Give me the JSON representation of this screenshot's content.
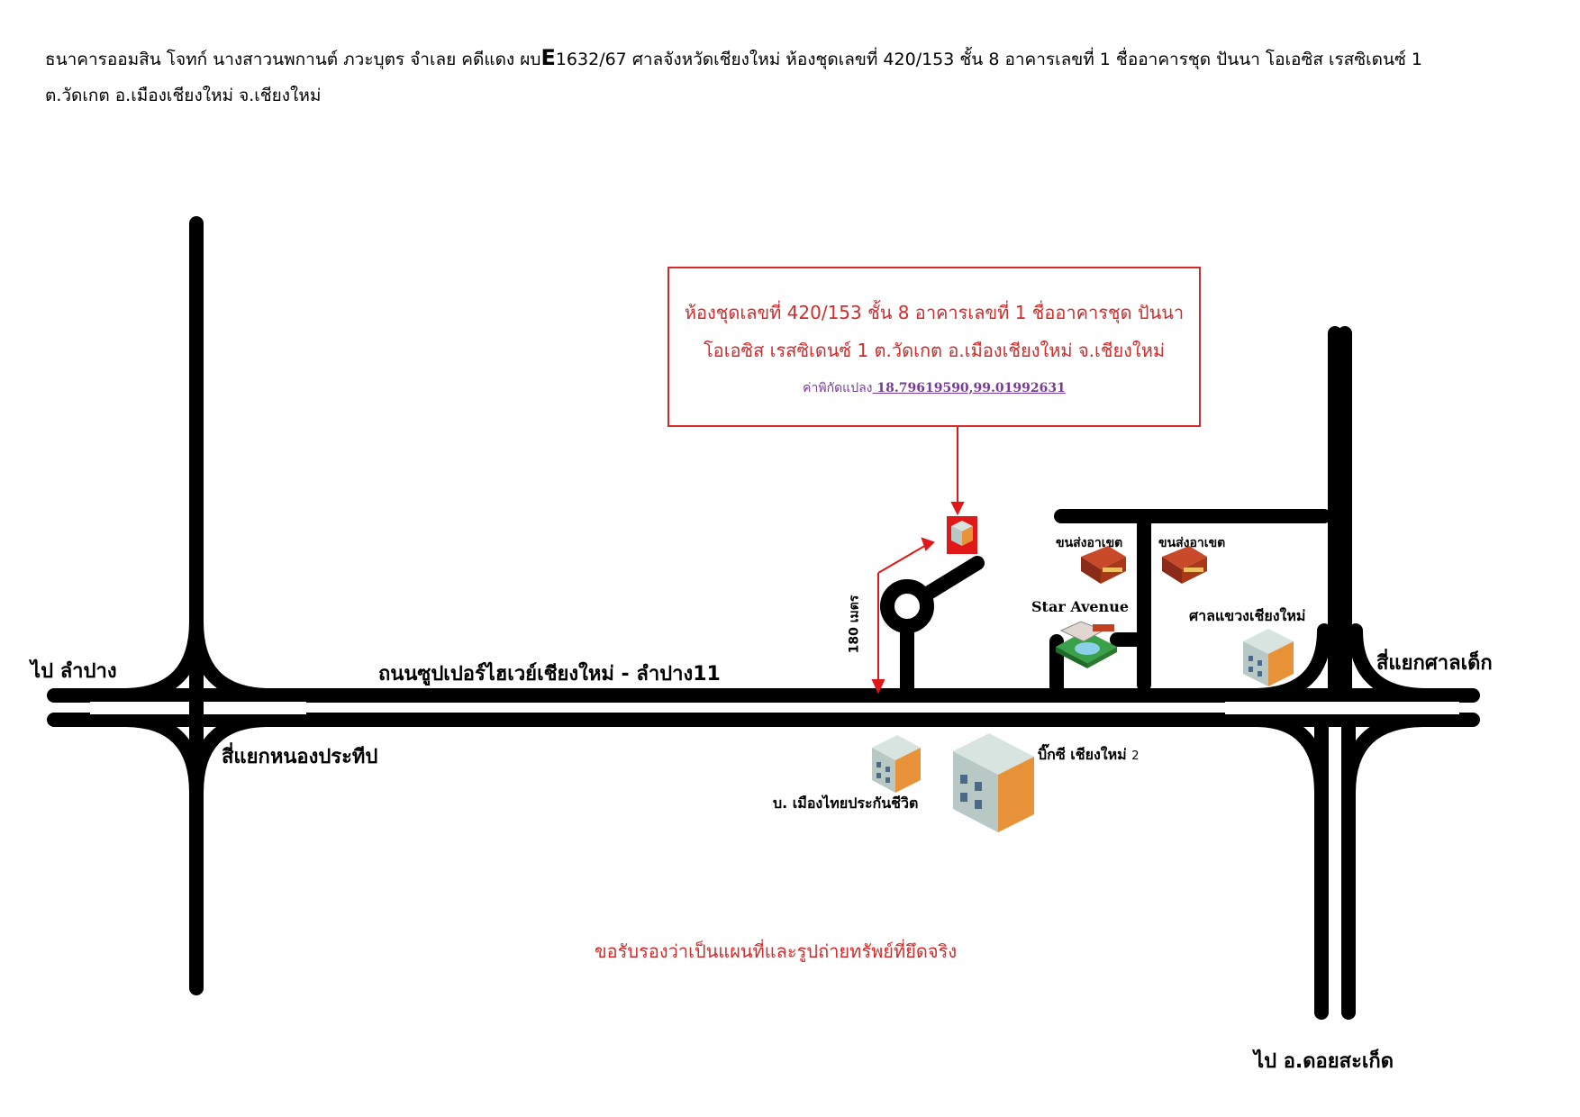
{
  "header": {
    "line1_pre": "ธนาคารออมสิน โจทก์ นางสาวนพกานต์  ภวะบุตร  จำเลย  คดีแดง ผบ",
    "line1_big": "E",
    "line1_post": "1632/67  ศาลจังหวัดเชียงใหม่ ห้องชุดเลขที่ 420/153  ชั้น 8 อาคารเลขที่ 1 ชื่ออาคารชุด ปันนา โอเอซิส เรสซิเดนซ์ 1",
    "line2": "ต.วัดเกต   อ.เมืองเชียงใหม่  จ.เชียงใหม่"
  },
  "infobox": {
    "line1": "ห้องชุดเลขที่ 420/153  ชั้น 8 อาคารเลขที่ 1 ชื่ออาคารชุด ปันนา",
    "line2": "โอเอซิส เรสซิเดนซ์ 1  ต.วัดเกต   อ.เมืองเชียงใหม่  จ.เชียงใหม่",
    "coord_label": "ค่าพิกัดแปลง",
    "coord_value": " 18.79619590,99.01992631"
  },
  "labels": {
    "to_lampang": "ไป  ลำปาง",
    "highway": "ถนนซูปเปอร์ไฮเวย์เชียงใหม่ - ลำปาง11",
    "nongprateep": "สี่แยกหนองประทีป",
    "distance": "180 เมตร",
    "transport1": "ขนส่งอาเขต",
    "transport2": "ขนส่งอาเขต",
    "star_avenue": "Star Avenue",
    "court": "ศาลแขวงเชียงใหม่",
    "sanlek": "สี่แยกศาลเด็ก",
    "bigc": "บิ๊กซี เชียงใหม่ ",
    "bigc_num": "2",
    "muangthai": "บ. เมืองไทยประกันชีวิต",
    "to_doisaket": "ไป  อ.ดอยสะเก็ด",
    "note": "ขอรับรองว่าเป็นแผนที่และรูปถ่ายทรัพย์ที่ยึดจริง"
  },
  "colors": {
    "road": "#000000",
    "accent": "#d42a2a",
    "coord": "#7a3a9a",
    "building_orange": "#e8923a",
    "building_gray": "#cfd8d4"
  }
}
